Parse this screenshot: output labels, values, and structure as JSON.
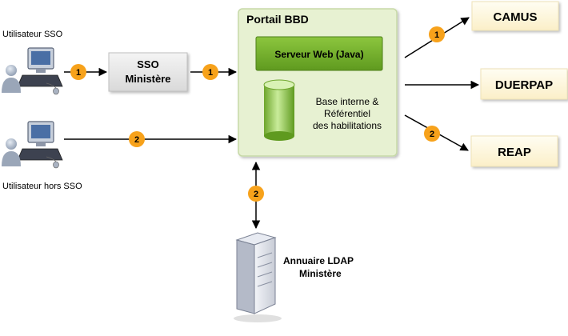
{
  "users": {
    "sso": "Utilisateur SSO",
    "non_sso": "Utilisateur hors SSO"
  },
  "sso_box": {
    "line1": "SSO",
    "line2": "Ministère"
  },
  "portal": {
    "title": "Portail BBD",
    "web_server": "Serveur Web (Java)",
    "db_line1": "Base interne &",
    "db_line2": "Référentiel",
    "db_line3": "des habilitations"
  },
  "apps": {
    "camus": "CAMUS",
    "duerpap": "DUERPAP",
    "reap": "REAP"
  },
  "ldap": {
    "line1": "Annuaire LDAP",
    "line2": "Ministère"
  },
  "badges": {
    "one": "1",
    "two": "2"
  }
}
